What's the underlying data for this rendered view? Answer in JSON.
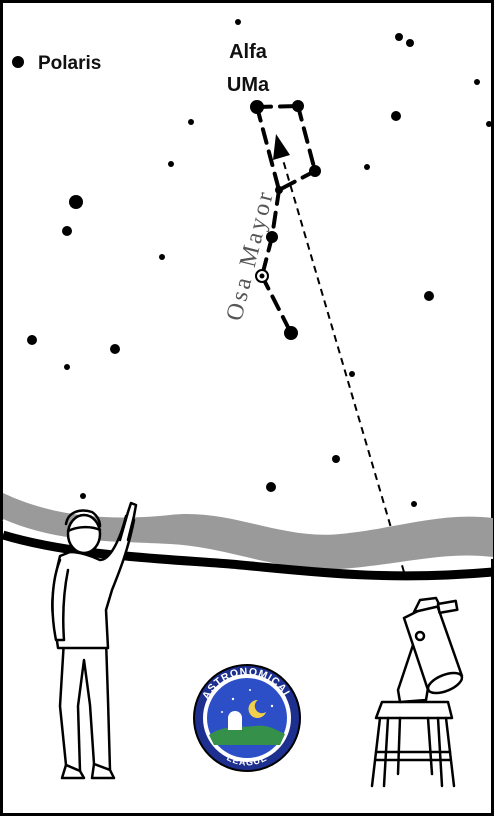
{
  "labels": {
    "polaris": "Polaris",
    "alfa_line1": "Alfa",
    "alfa_line2": "UMa",
    "constellation": "Osa Mayor"
  },
  "logo": {
    "top_text": "ASTRONOMICAL",
    "bottom_text": "LEAGUE",
    "colors": {
      "ring": "#1d2f8f",
      "inner": "#2c4fc8",
      "text": "#ffffff"
    }
  },
  "colors": {
    "ink": "#000000",
    "horizon_band": "#9a9a9a",
    "constellation_label": "#555555",
    "background": "#ffffff"
  },
  "icons": [
    "star-icon",
    "person-pointing-icon",
    "telescope-icon",
    "astronomical-league-logo"
  ]
}
